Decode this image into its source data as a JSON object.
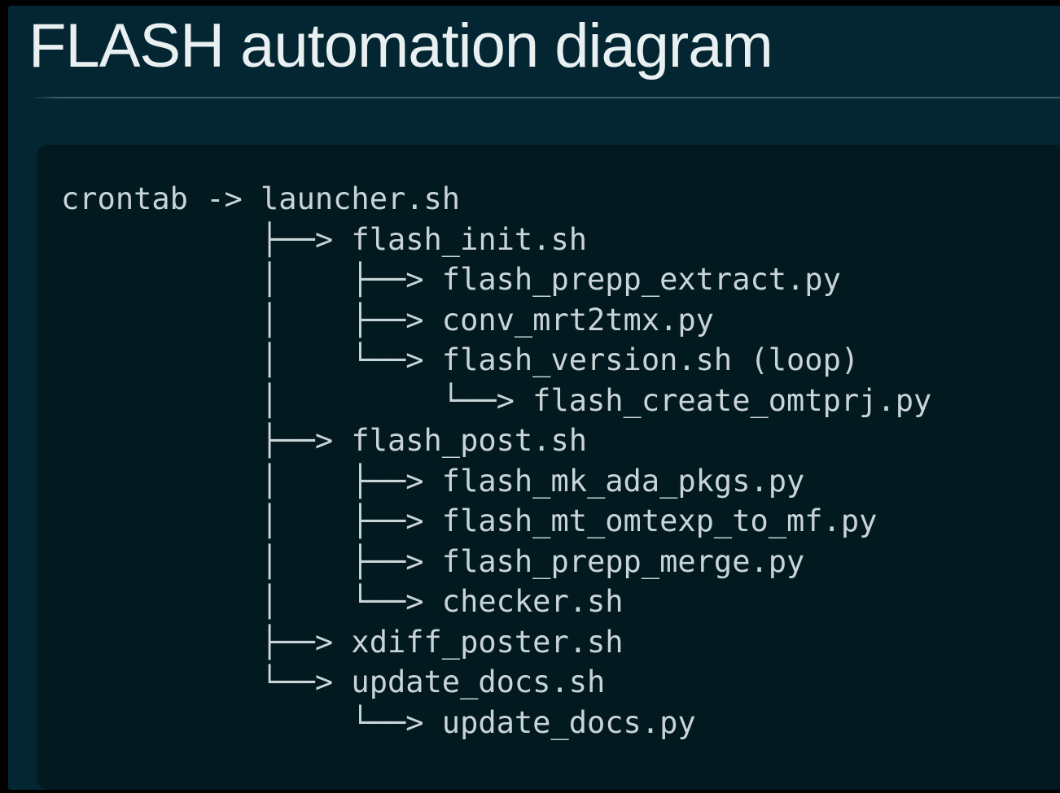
{
  "header": {
    "title": "FLASH automation diagram"
  },
  "colors": {
    "screen_frame": "#000000",
    "page_background": "#042633",
    "code_block_background": "#021920",
    "title_text": "#e9f0f1",
    "code_text": "#c9d4d6",
    "divider": "#3f5b64"
  },
  "diagram": {
    "lines": [
      "crontab -> launcher.sh",
      "           ├──> flash_init.sh",
      "           │    ├──> flash_prepp_extract.py",
      "           │    ├──> conv_mrt2tmx.py",
      "           │    └──> flash_version.sh (loop)",
      "           │         └──> flash_create_omtprj.py",
      "           ├──> flash_post.sh",
      "           │    ├──> flash_mk_ada_pkgs.py",
      "           │    ├──> flash_mt_omtexp_to_mf.py",
      "           │    ├──> flash_prepp_merge.py",
      "           │    └──> checker.sh",
      "           ├──> xdiff_poster.sh",
      "           └──> update_docs.sh",
      "                └──> update_docs.py"
    ],
    "structure": {
      "trigger": "crontab",
      "root": "launcher.sh",
      "children": [
        {
          "name": "flash_init.sh",
          "children": [
            {
              "name": "flash_prepp_extract.py"
            },
            {
              "name": "conv_mrt2tmx.py"
            },
            {
              "name": "flash_version.sh",
              "note": "(loop)",
              "children": [
                {
                  "name": "flash_create_omtprj.py"
                }
              ]
            }
          ]
        },
        {
          "name": "flash_post.sh",
          "children": [
            {
              "name": "flash_mk_ada_pkgs.py"
            },
            {
              "name": "flash_mt_omtexp_to_mf.py"
            },
            {
              "name": "flash_prepp_merge.py"
            },
            {
              "name": "checker.sh"
            }
          ]
        },
        {
          "name": "xdiff_poster.sh"
        },
        {
          "name": "update_docs.sh",
          "children": [
            {
              "name": "update_docs.py"
            }
          ]
        }
      ]
    }
  }
}
